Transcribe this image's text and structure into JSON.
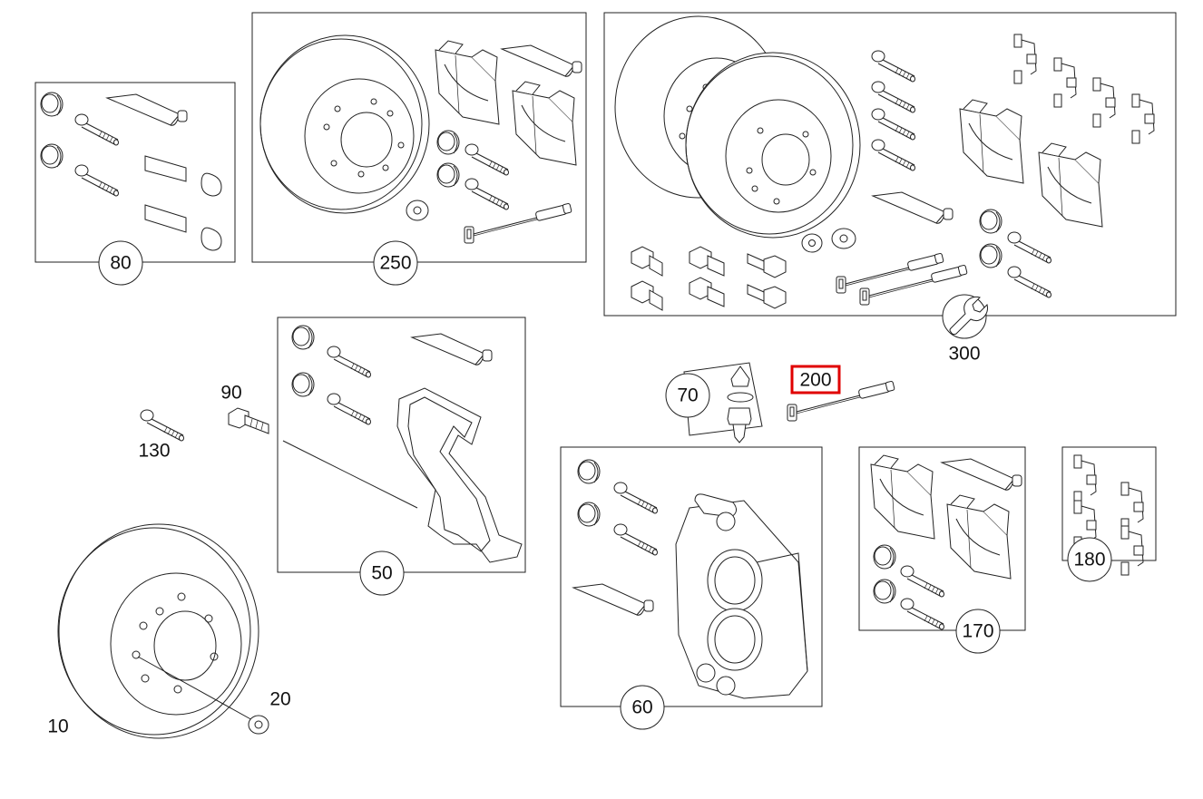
{
  "diagram": {
    "callouts": {
      "c10": "10",
      "c20": "20",
      "c50": "50",
      "c60": "60",
      "c70": "70",
      "c80": "80",
      "c90": "90",
      "c130": "130",
      "c170": "170",
      "c180": "180",
      "c200": "200",
      "c250": "250",
      "c300": "300"
    },
    "highlighted_callout": "200",
    "highlight_color": "#e00000",
    "icons": [
      "wrench-icon"
    ]
  }
}
